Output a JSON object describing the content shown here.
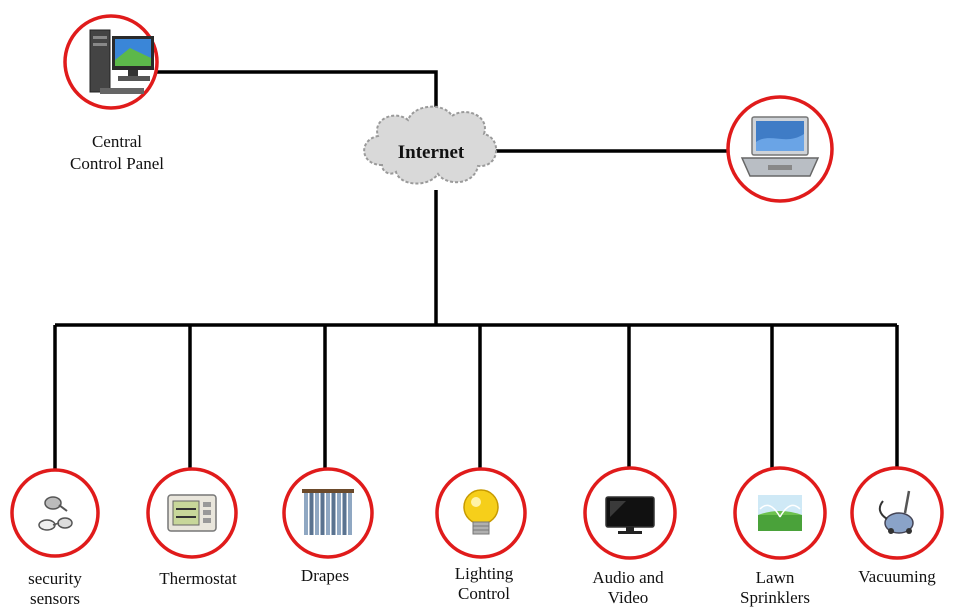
{
  "hub": {
    "label": "Internet"
  },
  "central": {
    "label_line1": "Central",
    "label_line2": "Control Panel"
  },
  "laptop": {},
  "devices": [
    {
      "line1": "security",
      "line2": "sensors",
      "icon": "security-sensor-icon"
    },
    {
      "line1": "Thermostat",
      "line2": "",
      "icon": "thermostat-icon"
    },
    {
      "line1": "Drapes",
      "line2": "",
      "icon": "drapes-icon"
    },
    {
      "line1": "Lighting",
      "line2": "Control",
      "icon": "light-bulb-icon"
    },
    {
      "line1": "Audio and",
      "line2": "Video",
      "icon": "tv-icon"
    },
    {
      "line1": "Lawn",
      "line2": "Sprinklers",
      "icon": "sprinkler-icon"
    },
    {
      "line1": "Vacuuming",
      "line2": "",
      "icon": "vacuum-icon"
    }
  ],
  "colors": {
    "ring": "#e01b1b",
    "wire": "#000000",
    "cloud": "#d9d9d9"
  }
}
